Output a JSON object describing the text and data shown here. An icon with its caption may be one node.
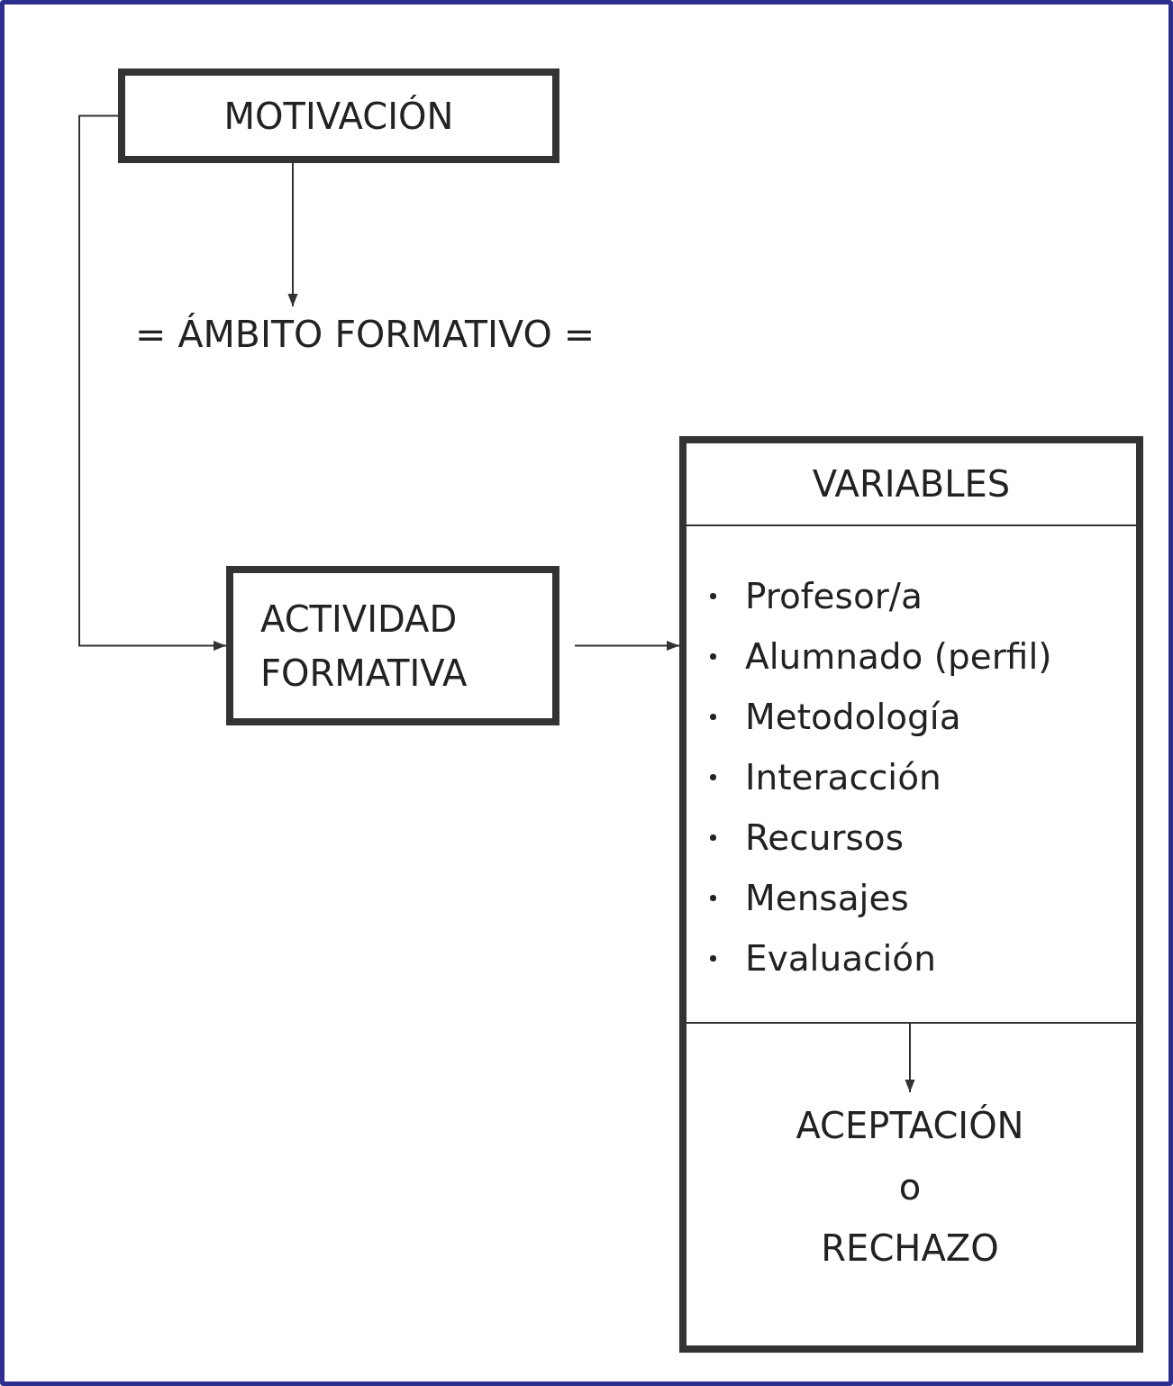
{
  "diagram": {
    "nodes": [
      {
        "text": [
          "MOTIVACIÓN"
        ]
      },
      {
        "text": [
          "= ÁMBITO FORMATIVO ="
        ]
      },
      {
        "text": [
          "ACTIVIDAD FORMATIVA"
        ]
      },
      {
        "text": [],
        "shape": "box"
      },
      {
        "text": [
          "VARIABLES"
        ],
        "in": 3
      },
      {
        "text": [
          "Profesor/a",
          "Alumnado (perfil)",
          "Metodología",
          "Interacción",
          "Recursos",
          "Mensajes",
          "Evaluación"
        ],
        "in": 3
      },
      {
        "text": [
          "ACEPTACIÓN",
          "o",
          "RECHAZO"
        ],
        "in": 3
      }
    ],
    "edges": [
      {
        "from": 0,
        "to": 1,
        "arrow": "to"
      },
      {
        "from": 0,
        "to": 2,
        "arrow": "to"
      },
      {
        "from": 2,
        "to": 3,
        "arrow": "to"
      },
      {
        "from": 5,
        "to": 6,
        "arrow": "to"
      }
    ]
  }
}
